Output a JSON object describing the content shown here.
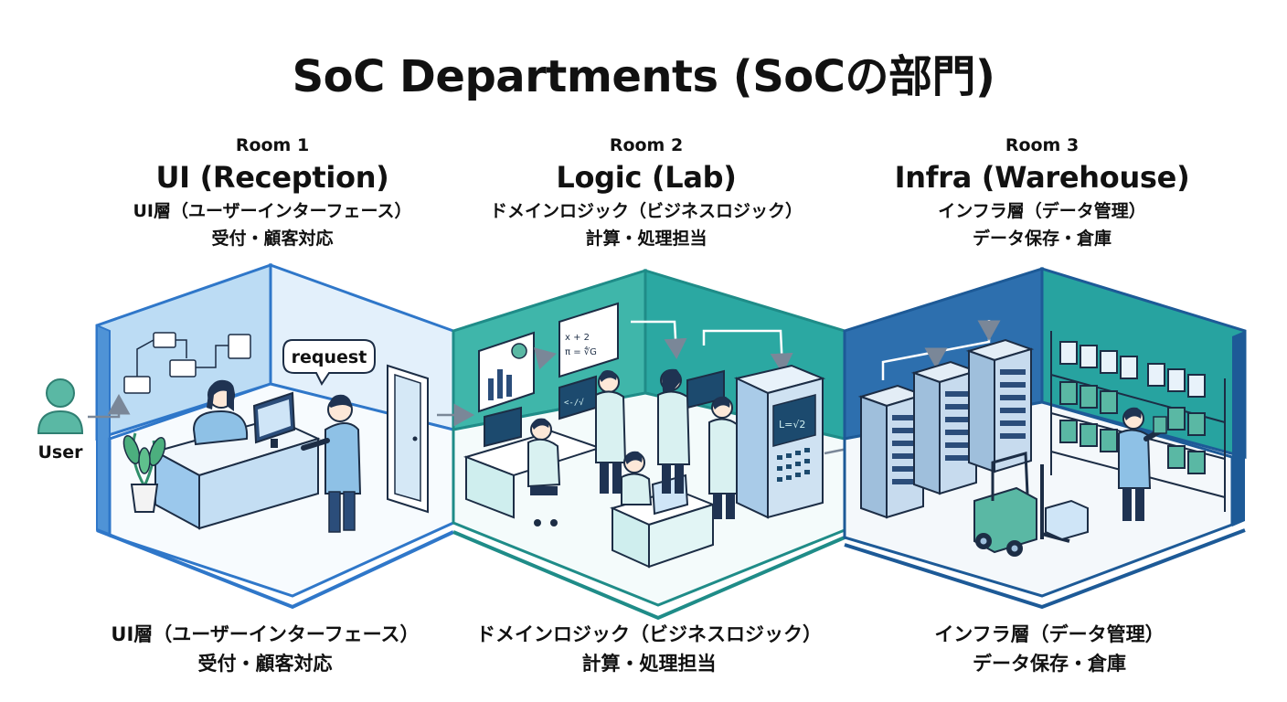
{
  "title": "SoC Departments (SoCの部門)",
  "user_label": "User",
  "bubble_text": "request",
  "rooms": [
    {
      "number": "Room 1",
      "name": "UI (Reception)",
      "layer": "UI層（ユーザーインターフェース）",
      "role": "受付・顧客対応"
    },
    {
      "number": "Room 2",
      "name": "Logic (Lab)",
      "layer": "ドメインロジック（ビジネスロジック）",
      "role": "計算・処理担当"
    },
    {
      "number": "Room 3",
      "name": "Infra (Warehouse)",
      "layer": "インフラ層（データ管理）",
      "role": "データ保存・倉庫"
    }
  ],
  "board_text": {
    "formula_top": "x + 2",
    "formula_bottom": "π = ∜G",
    "screen_code": "<-/√",
    "machine_screen": "L=√2"
  },
  "colors": {
    "room1_wall": "#cfe5f7",
    "room1_outline": "#2f77c9",
    "room2_wall": "#3fb6aa",
    "room2_outline": "#1f8c88",
    "room3_wall": "#2d6fae",
    "room3_outline": "#1d5a97",
    "figure_shirt": "#8ec1e6",
    "lab_coat": "#d9f1f1",
    "outline": "#1c2d45"
  }
}
